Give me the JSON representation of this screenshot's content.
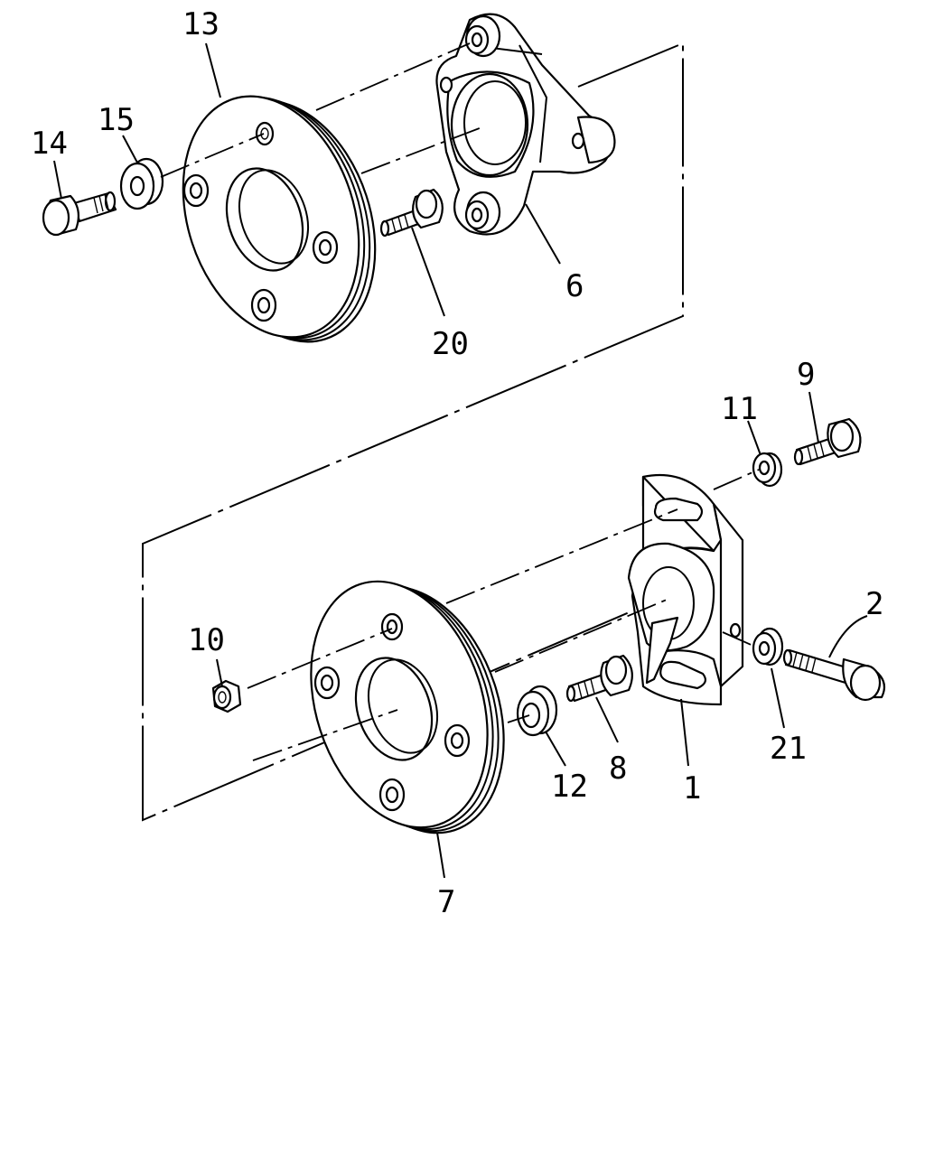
{
  "callouts": {
    "p13": "13",
    "p15": "15",
    "p14": "14",
    "p6": "6",
    "p20": "20",
    "p9": "9",
    "p11": "11",
    "p10": "10",
    "p2": "2",
    "p21": "21",
    "p12": "12",
    "p8": "8",
    "p1": "1",
    "p7": "7"
  }
}
